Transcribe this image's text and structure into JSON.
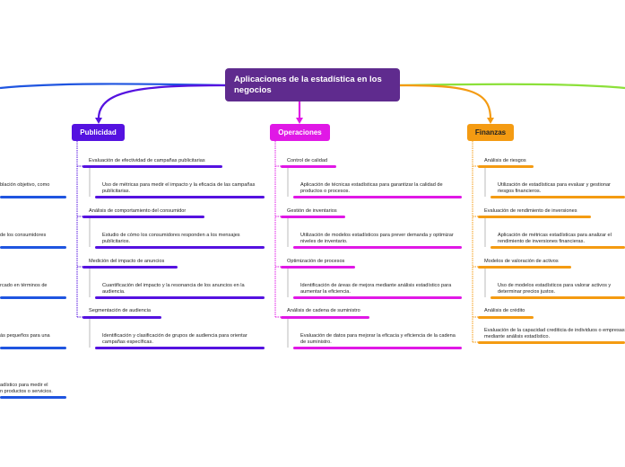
{
  "root": {
    "title": "Aplicaciones de la estadística en los negocios"
  },
  "branches": {
    "publicidad": {
      "label": "Publicidad",
      "color": "#5512e0",
      "topics": [
        {
          "title": "Evaluación de efectividad de campañas publicitarias",
          "detail": "Uso de métricas para medir el impacto y la eficacia de las campañas publicitarias."
        },
        {
          "title": "Análisis de comportamiento del consumidor",
          "detail": "Estudio de cómo los consumidores responden a los mensajes publicitarios."
        },
        {
          "title": "Medición del impacto de anuncios",
          "detail": "Cuantificación del impacto y la resonancia de los anuncios en la audiencia."
        },
        {
          "title": "Segmentación de audiencia",
          "detail": "Identificación y clasificación de grupos de audiencia para orientar campañas específicas."
        }
      ]
    },
    "operaciones": {
      "label": "Operaciones",
      "color": "#e018e6",
      "topics": [
        {
          "title": "Control de calidad",
          "detail": "Aplicación de técnicas estadísticas para garantizar la calidad de productos o procesos."
        },
        {
          "title": "Gestión de inventarios",
          "detail": "Utilización de modelos estadísticos para prever demanda y optimizar niveles de inventario."
        },
        {
          "title": "Optimización de procesos",
          "detail": "Identificación de áreas de mejora mediante análisis estadístico para aumentar la eficiencia."
        },
        {
          "title": "Análisis de cadena de suministro",
          "detail": "Evaluación de datos para mejorar la eficacia y eficiencia de la cadena de suministro."
        }
      ]
    },
    "finanzas": {
      "label": "Finanzas",
      "color": "#f49b12",
      "topics": [
        {
          "title": "Análisis de riesgos",
          "detail": "Utilización de estadísticas para evaluar y gestionar riesgos financieros."
        },
        {
          "title": "Evaluación de rendimiento de inversiones",
          "detail": "Aplicación de métricas estadísticas para analizar el rendimiento de inversiones financieras."
        },
        {
          "title": "Modelos de valoración de activos",
          "detail": "Uso de modelos estadísticos para valorar activos y determinar precios justos."
        },
        {
          "title": "Análisis de crédito",
          "detail": ""
        },
        {
          "title": "Evaluación de la capacidad crediticia de individuos o empresas mediante análisis estadístico.",
          "detail": ""
        }
      ]
    }
  },
  "left_fragments": [
    "blación objetivo, como",
    "de los consumidores",
    "rcado en términos de",
    "ás pequeños para una",
    "adístico para medir el",
    "n productos o servicios."
  ],
  "colors": {
    "root": "#5f2b8e",
    "left_branch": "#1f55e0",
    "right_branch": "#8ce03a"
  }
}
